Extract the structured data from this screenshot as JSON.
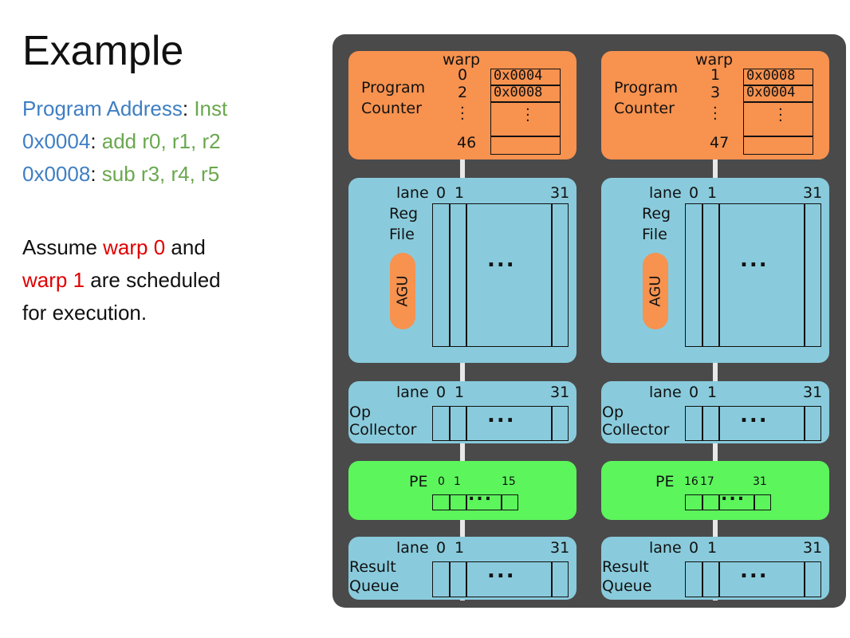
{
  "slide": {
    "title": "Example",
    "program": {
      "header_addr": "Program Address",
      "header_sep": ": ",
      "header_inst": "Inst",
      "lines": [
        {
          "addr": "0x0004",
          "sep": ": ",
          "inst": "add r0, r1, r2"
        },
        {
          "addr": "0x0008",
          "sep": ": ",
          "inst": "sub r3, r4, r5"
        }
      ]
    },
    "assume": {
      "p1": "Assume ",
      "warp0": "warp 0",
      "p2": " and",
      "warp1": "warp 1",
      "p3": " are scheduled",
      "p4": "for execution."
    }
  },
  "diagram": {
    "columns": [
      {
        "pc": {
          "label_line1": "Program",
          "label_line2": "Counter",
          "warp_header": "warp",
          "warps": [
            "0",
            "2",
            "46"
          ],
          "addresses": [
            "0x0004",
            "0x0008"
          ]
        },
        "regfile": {
          "lane_label": "lane",
          "lane_first": "0",
          "lane_second": "1",
          "lane_last": "31",
          "label_line1": "Reg",
          "label_line2": "File",
          "agu": "AGU",
          "ellipsis": "..."
        },
        "opcollector": {
          "lane_label": "lane",
          "lane_first": "0",
          "lane_second": "1",
          "lane_last": "31",
          "label_line1": "Op",
          "label_line2": "Collector",
          "ellipsis": "..."
        },
        "pe": {
          "label": "PE",
          "idx_first": "0",
          "idx_second": "1",
          "idx_last": "15",
          "ellipsis": "..."
        },
        "resultqueue": {
          "lane_label": "lane",
          "lane_first": "0",
          "lane_second": "1",
          "lane_last": "31",
          "label_line1": "Result",
          "label_line2": "Queue",
          "ellipsis": "..."
        }
      },
      {
        "pc": {
          "label_line1": "Program",
          "label_line2": "Counter",
          "warp_header": "warp",
          "warps": [
            "1",
            "3",
            "47"
          ],
          "addresses": [
            "0x0008",
            "0x0004"
          ]
        },
        "regfile": {
          "lane_label": "lane",
          "lane_first": "0",
          "lane_second": "1",
          "lane_last": "31",
          "label_line1": "Reg",
          "label_line2": "File",
          "agu": "AGU",
          "ellipsis": "..."
        },
        "opcollector": {
          "lane_label": "lane",
          "lane_first": "0",
          "lane_second": "1",
          "lane_last": "31",
          "label_line1": "Op",
          "label_line2": "Collector",
          "ellipsis": "..."
        },
        "pe": {
          "label": "PE",
          "idx_first": "16",
          "idx_second": "17",
          "idx_last": "31",
          "ellipsis": "..."
        },
        "resultqueue": {
          "lane_label": "lane",
          "lane_first": "0",
          "lane_second": "1",
          "lane_last": "31",
          "label_line1": "Result",
          "label_line2": "Queue",
          "ellipsis": "..."
        }
      }
    ]
  }
}
